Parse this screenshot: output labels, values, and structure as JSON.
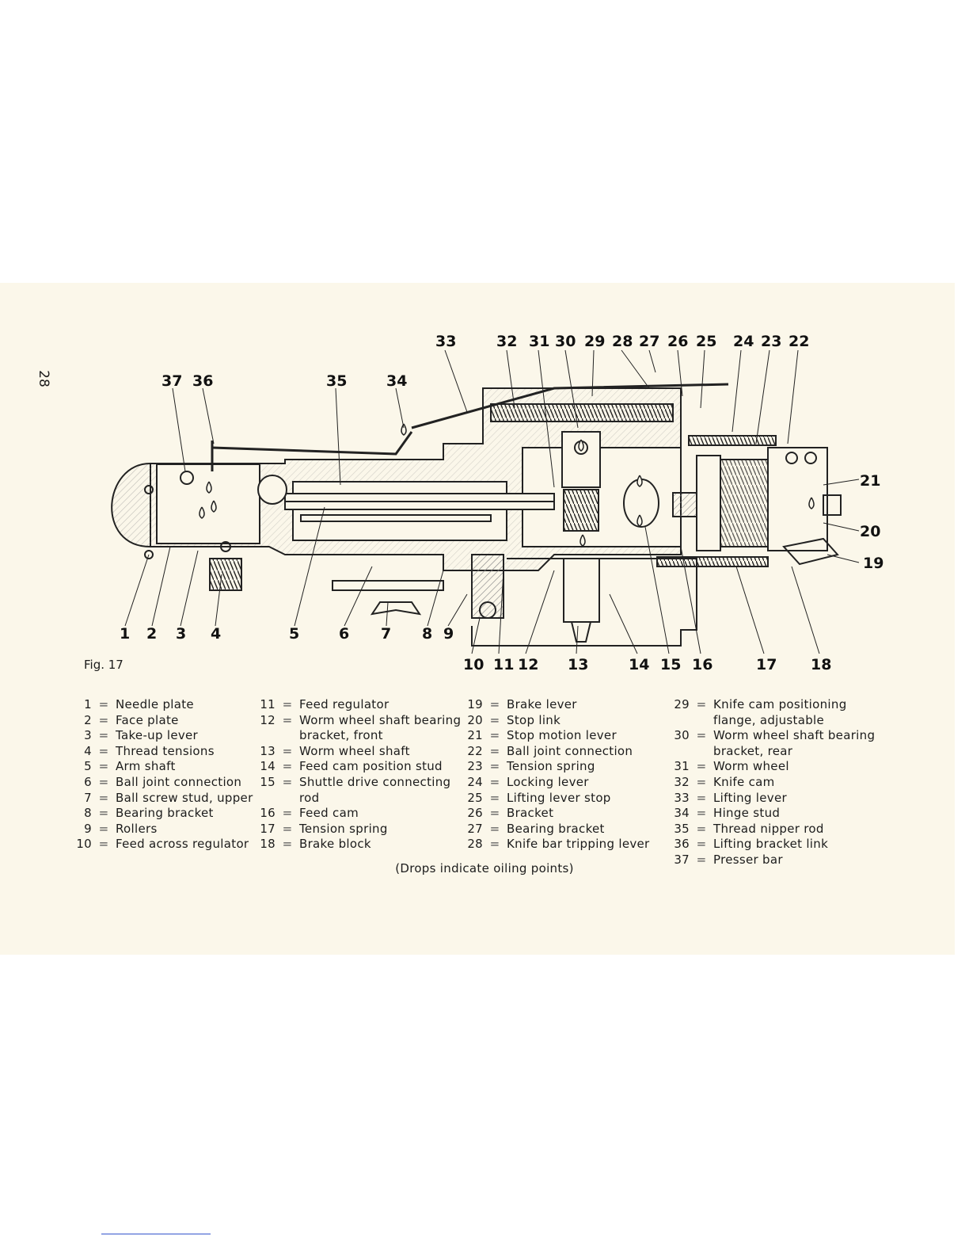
{
  "page_number": "28",
  "figure_label": "Fig. 17",
  "callouts": {
    "n1": "1",
    "n2": "2",
    "n3": "3",
    "n4": "4",
    "n5": "5",
    "n6": "6",
    "n7": "7",
    "n8": "8",
    "n9": "9",
    "n10": "10",
    "n11": "11",
    "n12": "12",
    "n13": "13",
    "n14": "14",
    "n15": "15",
    "n16": "16",
    "n17": "17",
    "n18": "18",
    "n19": "19",
    "n20": "20",
    "n21": "21",
    "n22": "22",
    "n23": "23",
    "n24": "24",
    "n25": "25",
    "n26": "26",
    "n27": "27",
    "n28": "28",
    "n29": "29",
    "n30": "30",
    "n31": "31",
    "n32": "32",
    "n33": "33",
    "n34": "34",
    "n35": "35",
    "n36": "36",
    "n37": "37"
  },
  "legend": {
    "col1": [
      {
        "num": "1",
        "eq": "=",
        "text": "Needle plate"
      },
      {
        "num": "2",
        "eq": "=",
        "text": "Face plate"
      },
      {
        "num": "3",
        "eq": "=",
        "text": "Take-up lever"
      },
      {
        "num": "4",
        "eq": "=",
        "text": "Thread tensions"
      },
      {
        "num": "5",
        "eq": "=",
        "text": "Arm shaft"
      },
      {
        "num": "6",
        "eq": "=",
        "text": "Ball joint connection"
      },
      {
        "num": "7",
        "eq": "=",
        "text": "Ball screw stud, upper"
      },
      {
        "num": "8",
        "eq": "=",
        "text": "Bearing bracket"
      },
      {
        "num": "9",
        "eq": "=",
        "text": "Rollers"
      },
      {
        "num": "10",
        "eq": "=",
        "text": "Feed across regulator"
      }
    ],
    "col2": [
      {
        "num": "11",
        "eq": "=",
        "text": "Feed regulator"
      },
      {
        "num": "12",
        "eq": "=",
        "text": "Worm wheel shaft bearing"
      },
      {
        "num": "",
        "eq": "",
        "text": "bracket, front"
      },
      {
        "num": "13",
        "eq": "=",
        "text": "Worm wheel shaft"
      },
      {
        "num": "14",
        "eq": "=",
        "text": "Feed cam position stud"
      },
      {
        "num": "15",
        "eq": "=",
        "text": "Shuttle drive connecting"
      },
      {
        "num": "",
        "eq": "",
        "text": "rod"
      },
      {
        "num": "16",
        "eq": "=",
        "text": "Feed cam"
      },
      {
        "num": "17",
        "eq": "=",
        "text": "Tension spring"
      },
      {
        "num": "18",
        "eq": "=",
        "text": "Brake block"
      }
    ],
    "col3": [
      {
        "num": "19",
        "eq": "=",
        "text": "Brake lever"
      },
      {
        "num": "20",
        "eq": "=",
        "text": "Stop link"
      },
      {
        "num": "21",
        "eq": "=",
        "text": "Stop motion lever"
      },
      {
        "num": "22",
        "eq": "=",
        "text": "Ball joint connection"
      },
      {
        "num": "23",
        "eq": "=",
        "text": "Tension spring"
      },
      {
        "num": "24",
        "eq": "=",
        "text": "Locking lever"
      },
      {
        "num": "25",
        "eq": "=",
        "text": "Lifting lever stop"
      },
      {
        "num": "26",
        "eq": "=",
        "text": "Bracket"
      },
      {
        "num": "27",
        "eq": "=",
        "text": "Bearing bracket"
      },
      {
        "num": "28",
        "eq": "=",
        "text": "Knife bar tripping lever"
      }
    ],
    "col4": [
      {
        "num": "29",
        "eq": "=",
        "text": "Knife cam positioning"
      },
      {
        "num": "",
        "eq": "",
        "text": "flange, adjustable"
      },
      {
        "num": "30",
        "eq": "=",
        "text": "Worm wheel shaft bearing"
      },
      {
        "num": "",
        "eq": "",
        "text": "bracket, rear"
      },
      {
        "num": "31",
        "eq": "=",
        "text": "Worm wheel"
      },
      {
        "num": "32",
        "eq": "=",
        "text": "Knife cam"
      },
      {
        "num": "33",
        "eq": "=",
        "text": "Lifting lever"
      },
      {
        "num": "34",
        "eq": "=",
        "text": "Hinge stud"
      },
      {
        "num": "35",
        "eq": "=",
        "text": "Thread nipper rod"
      },
      {
        "num": "36",
        "eq": "=",
        "text": "Lifting bracket link"
      },
      {
        "num": "37",
        "eq": "=",
        "text": "Presser bar"
      }
    ]
  },
  "drops_note": "(Drops indicate oiling points)",
  "colors": {
    "paper": "#fbf7ea",
    "ink": "#1c1c1c",
    "hatch": "#8a8a8a",
    "footer_rule": "#3355cc"
  }
}
